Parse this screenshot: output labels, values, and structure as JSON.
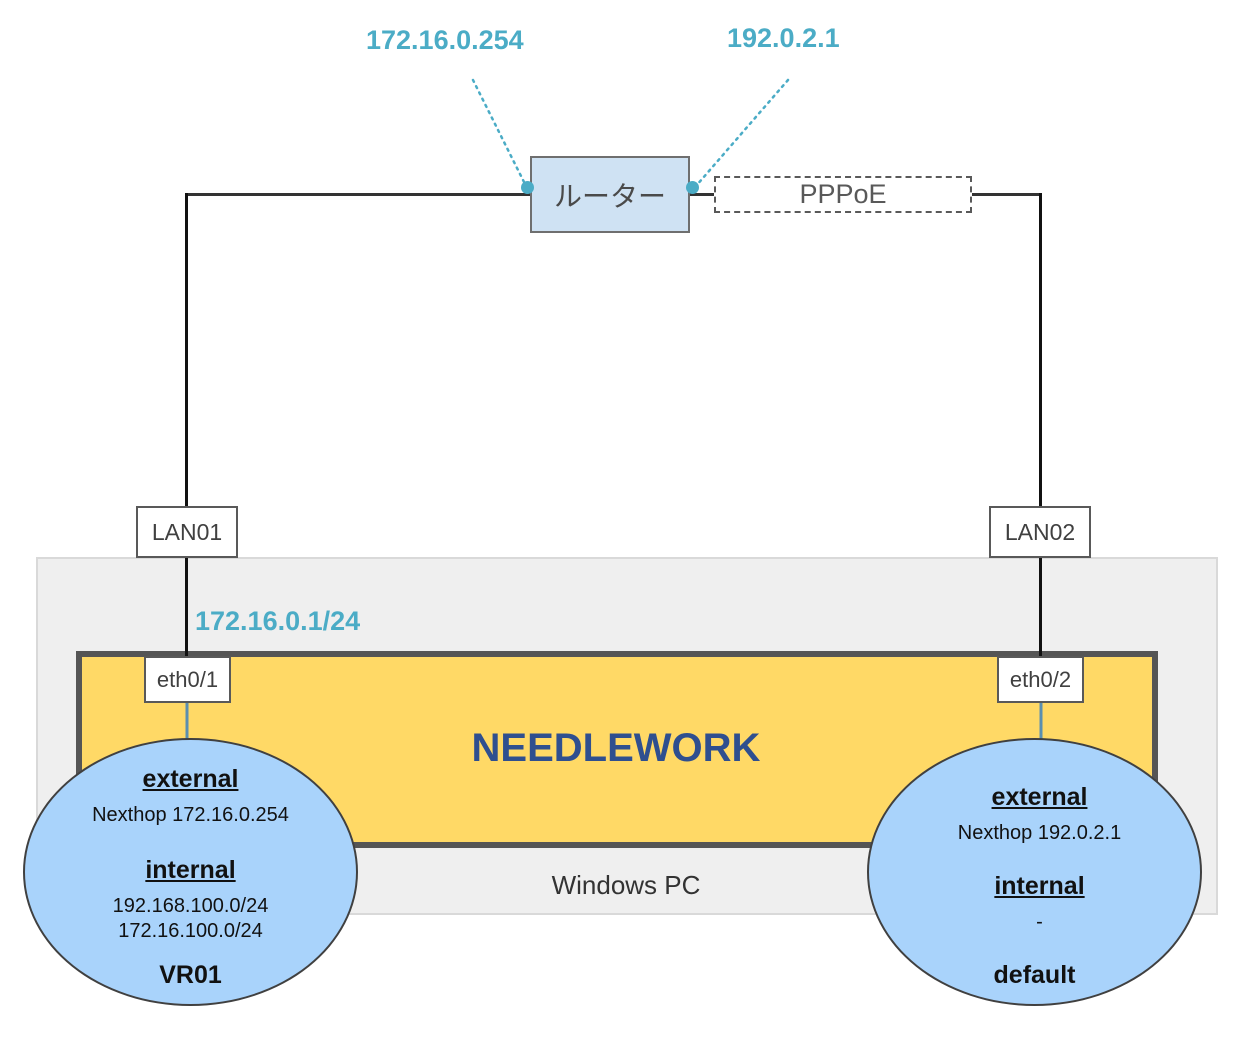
{
  "ip_labels": {
    "router_lan": "172.16.0.254",
    "router_wan": "192.0.2.1",
    "eth0_1_addr": "172.16.0.1/24"
  },
  "router": {
    "label": "ルーター"
  },
  "pppoe": {
    "label": "PPPoE"
  },
  "ports": {
    "lan01": "LAN01",
    "lan02": "LAN02",
    "eth0_1": "eth0/1",
    "eth0_2": "eth0/2"
  },
  "windows_pc": {
    "label": "Windows PC"
  },
  "needlework": {
    "label": "NEEDLEWORK"
  },
  "vr_left": {
    "external_title": "external",
    "external_nexthop": "Nexthop 172.16.0.254",
    "internal_title": "internal",
    "internal_routes": [
      "192.168.100.0/24",
      "172.16.100.0/24"
    ],
    "name": "VR01"
  },
  "vr_right": {
    "external_title": "external",
    "external_nexthop": "Nexthop 192.0.2.1",
    "internal_title": "internal",
    "internal_routes": [
      "-"
    ],
    "name": "default"
  },
  "colors": {
    "ip_label": "#4bacc6",
    "router_fill": "#cfe2f3",
    "needlework_fill": "#ffd966",
    "needlework_text": "#2f4f8f",
    "windows_pc_fill": "#efefef",
    "vr_fill": "#a9d3fb"
  }
}
